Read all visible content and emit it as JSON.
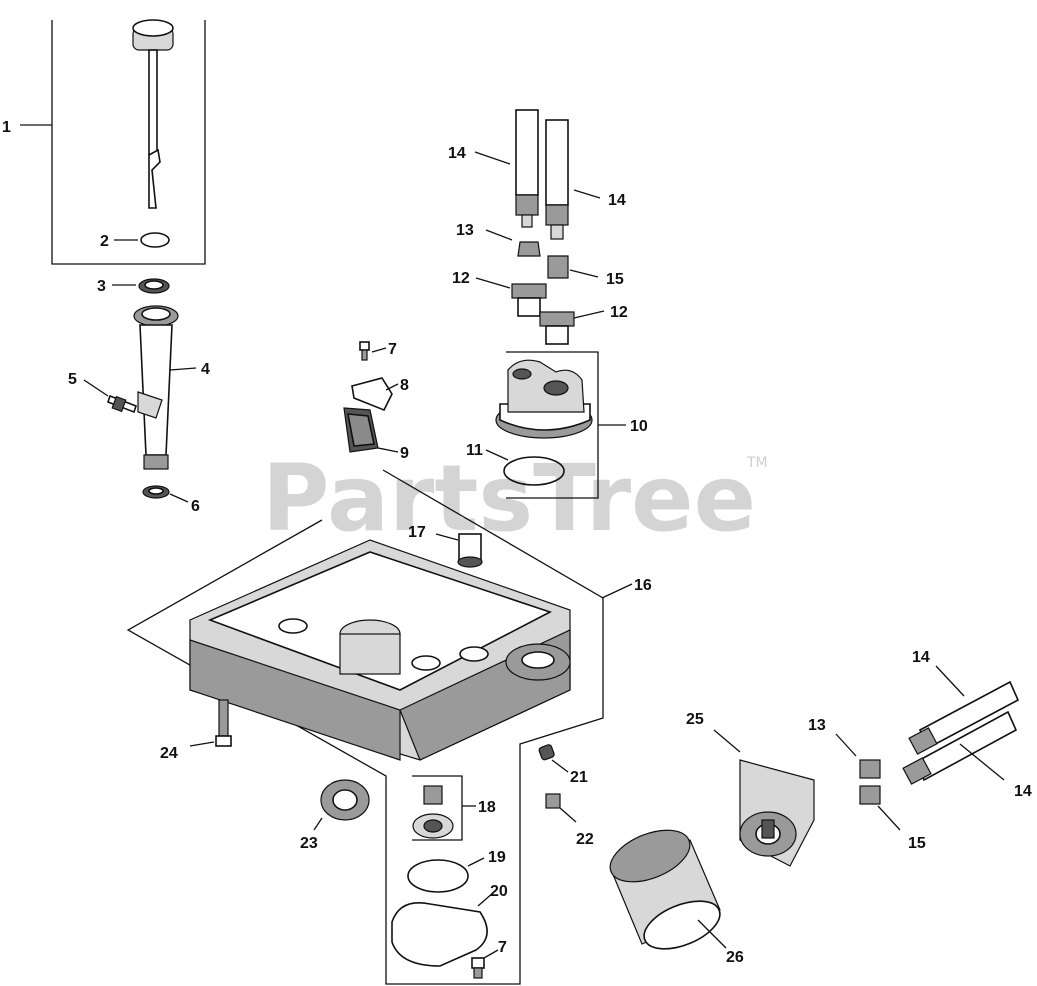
{
  "watermark": {
    "text": "PartsTree",
    "trademark": "TM"
  },
  "callouts": [
    {
      "id": "1",
      "label": "1"
    },
    {
      "id": "2",
      "label": "2"
    },
    {
      "id": "3",
      "label": "3"
    },
    {
      "id": "4",
      "label": "4"
    },
    {
      "id": "5",
      "label": "5"
    },
    {
      "id": "6",
      "label": "6"
    },
    {
      "id": "7a",
      "label": "7"
    },
    {
      "id": "8",
      "label": "8"
    },
    {
      "id": "9",
      "label": "9"
    },
    {
      "id": "10",
      "label": "10"
    },
    {
      "id": "11",
      "label": "11"
    },
    {
      "id": "12a",
      "label": "12"
    },
    {
      "id": "12b",
      "label": "12"
    },
    {
      "id": "13a",
      "label": "13"
    },
    {
      "id": "14a",
      "label": "14"
    },
    {
      "id": "14b",
      "label": "14"
    },
    {
      "id": "15a",
      "label": "15"
    },
    {
      "id": "16",
      "label": "16"
    },
    {
      "id": "17",
      "label": "17"
    },
    {
      "id": "18",
      "label": "18"
    },
    {
      "id": "19",
      "label": "19"
    },
    {
      "id": "20",
      "label": "20"
    },
    {
      "id": "7b",
      "label": "7"
    },
    {
      "id": "21",
      "label": "21"
    },
    {
      "id": "22",
      "label": "22"
    },
    {
      "id": "23",
      "label": "23"
    },
    {
      "id": "24",
      "label": "24"
    },
    {
      "id": "25",
      "label": "25"
    },
    {
      "id": "26",
      "label": "26"
    },
    {
      "id": "13b",
      "label": "13"
    },
    {
      "id": "14c",
      "label": "14"
    },
    {
      "id": "14d",
      "label": "14"
    },
    {
      "id": "15b",
      "label": "15"
    }
  ]
}
